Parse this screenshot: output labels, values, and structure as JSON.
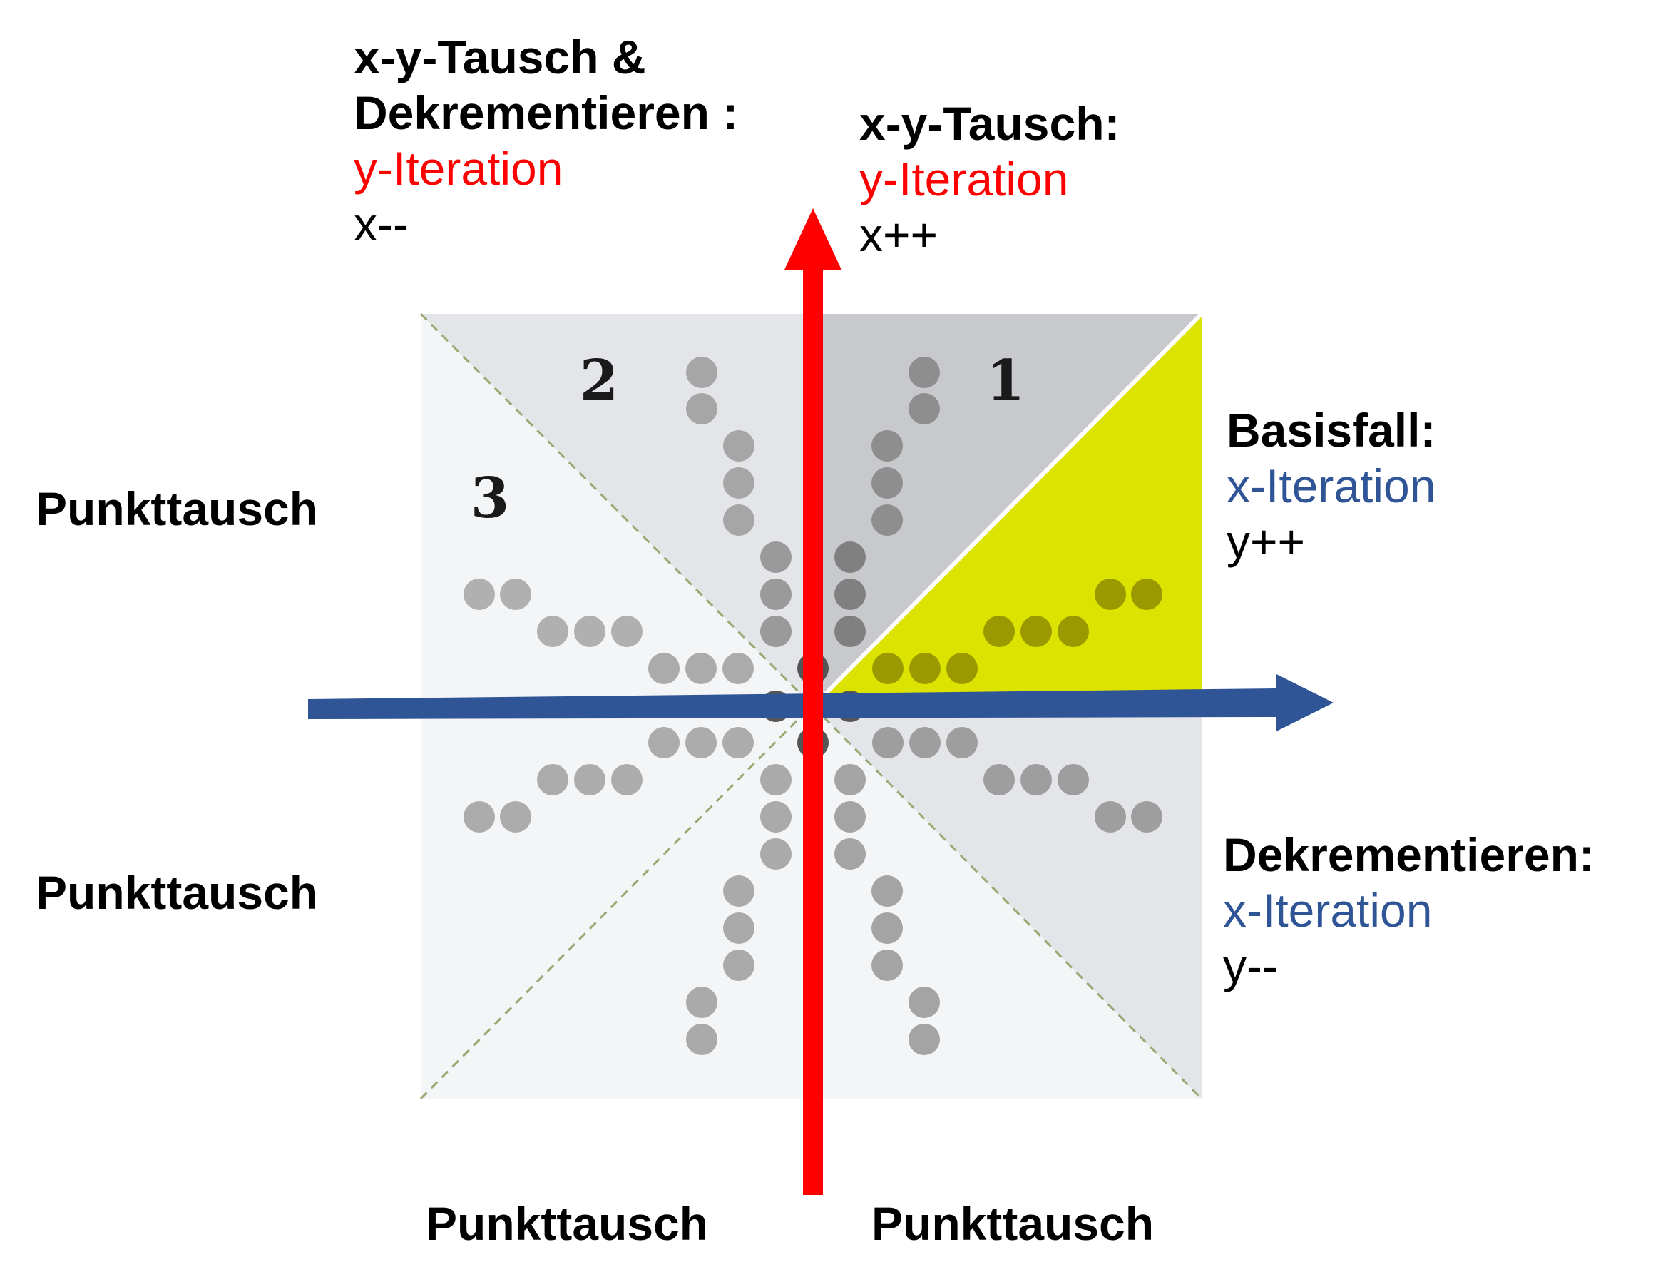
{
  "octants": [
    {
      "number": "1"
    },
    {
      "number": "2"
    },
    {
      "number": "3"
    }
  ],
  "labels": {
    "top_left": {
      "title_line1": "x-y-Tausch &",
      "title_line2": "Dekrementieren :",
      "iteration": "y-Iteration",
      "step": "x--"
    },
    "top_right": {
      "title": "x-y-Tausch:",
      "iteration": "y-Iteration",
      "step": "x++"
    },
    "right_upper": {
      "title": "Basisfall:",
      "iteration": "x-Iteration",
      "step": "y++"
    },
    "right_lower": {
      "title": "Dekrementieren:",
      "iteration": "x-Iteration",
      "step": "y--"
    },
    "left_upper": {
      "title": "Punkttausch"
    },
    "left_lower": {
      "title": "Punkttausch"
    },
    "bottom_left": {
      "title": "Punkttausch"
    },
    "bottom_right": {
      "title": "Punkttausch"
    }
  },
  "colors": {
    "basisfall_fill": "#dde300",
    "y_axis_arrow": "#ff0000",
    "x_axis_arrow": "#2f5597",
    "x_iteration_text": "#2f5597",
    "y_iteration_text": "#ff0000",
    "octant_dark": "#c8c9cd",
    "octant_mid": "#e4e5e9",
    "octant_light": "#f4f5f7"
  }
}
